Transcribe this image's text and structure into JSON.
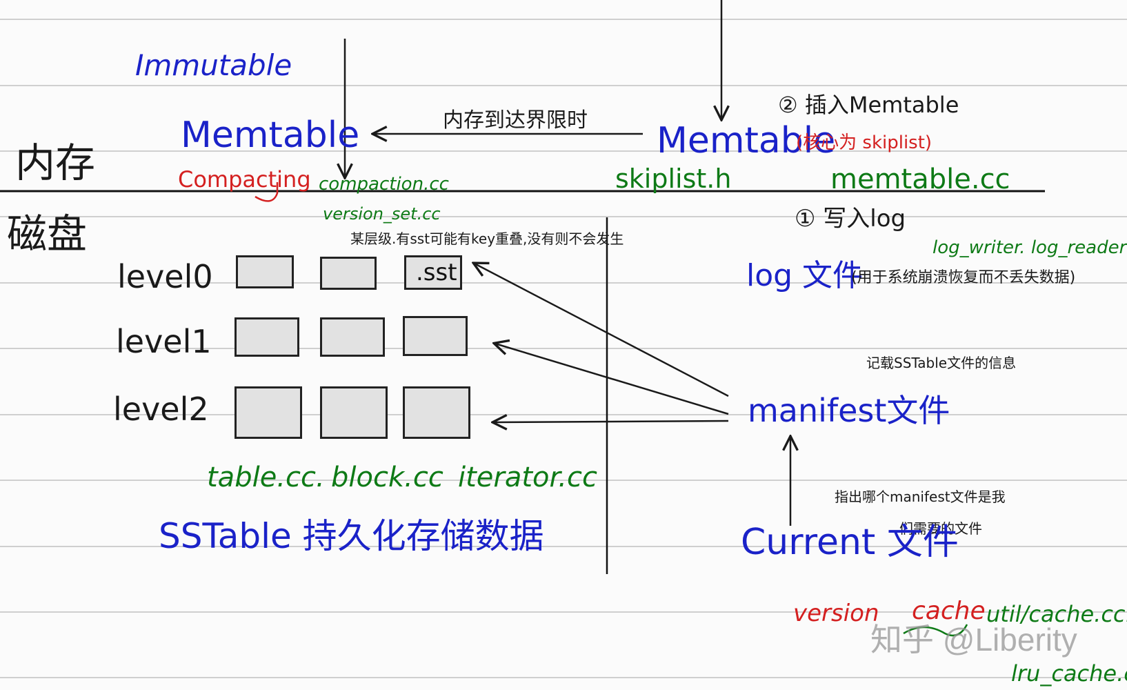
{
  "memory": {
    "section_label": "内存",
    "immutable": "Immutable",
    "immutable_memtable": "Memtable",
    "compacting": "Compacting",
    "compaction_file": "compaction.cc",
    "version_set_file": "version_set.cc",
    "threshold_note": "内存到达界限时",
    "memtable": "Memtable",
    "skiplist_file": "skiplist.h",
    "insert_step": "② 插入Memtable",
    "core_note": "(核心为 skiplist)",
    "memtable_file": "memtable.cc"
  },
  "disk": {
    "section_label": "磁盘",
    "levels": [
      "level0",
      "level1",
      "level2"
    ],
    "sst_label": ".sst",
    "overlap_note": "某层级.有sst可能有key重叠,没有则不会发生",
    "table_files": [
      "table.cc.",
      "block.cc",
      "iterator.cc"
    ],
    "sstable_caption": "SSTable 持久化存储数据",
    "write_log_step": "① 写入log",
    "log_rw_files": "log_writer. log_reader",
    "log_file": "log 文件",
    "log_note": "(用于系统崩溃恢复而不丢失数据)",
    "manifest_note": "记载SSTable文件的信息",
    "manifest_file": "manifest文件",
    "current_note_1": "指出哪个manifest文件是我",
    "current_note_2": "们需要的文件",
    "current_file": "Current 文件",
    "version": "version",
    "cache": "cache",
    "cache_file": "util/cache.cc.",
    "lru_file": "lru_cache.cc"
  },
  "watermark": "知乎 @Liberity",
  "colors": {
    "blue": "#1a22c8",
    "green": "#0e7a16",
    "red": "#d42020",
    "ink": "#1a1a1a"
  }
}
